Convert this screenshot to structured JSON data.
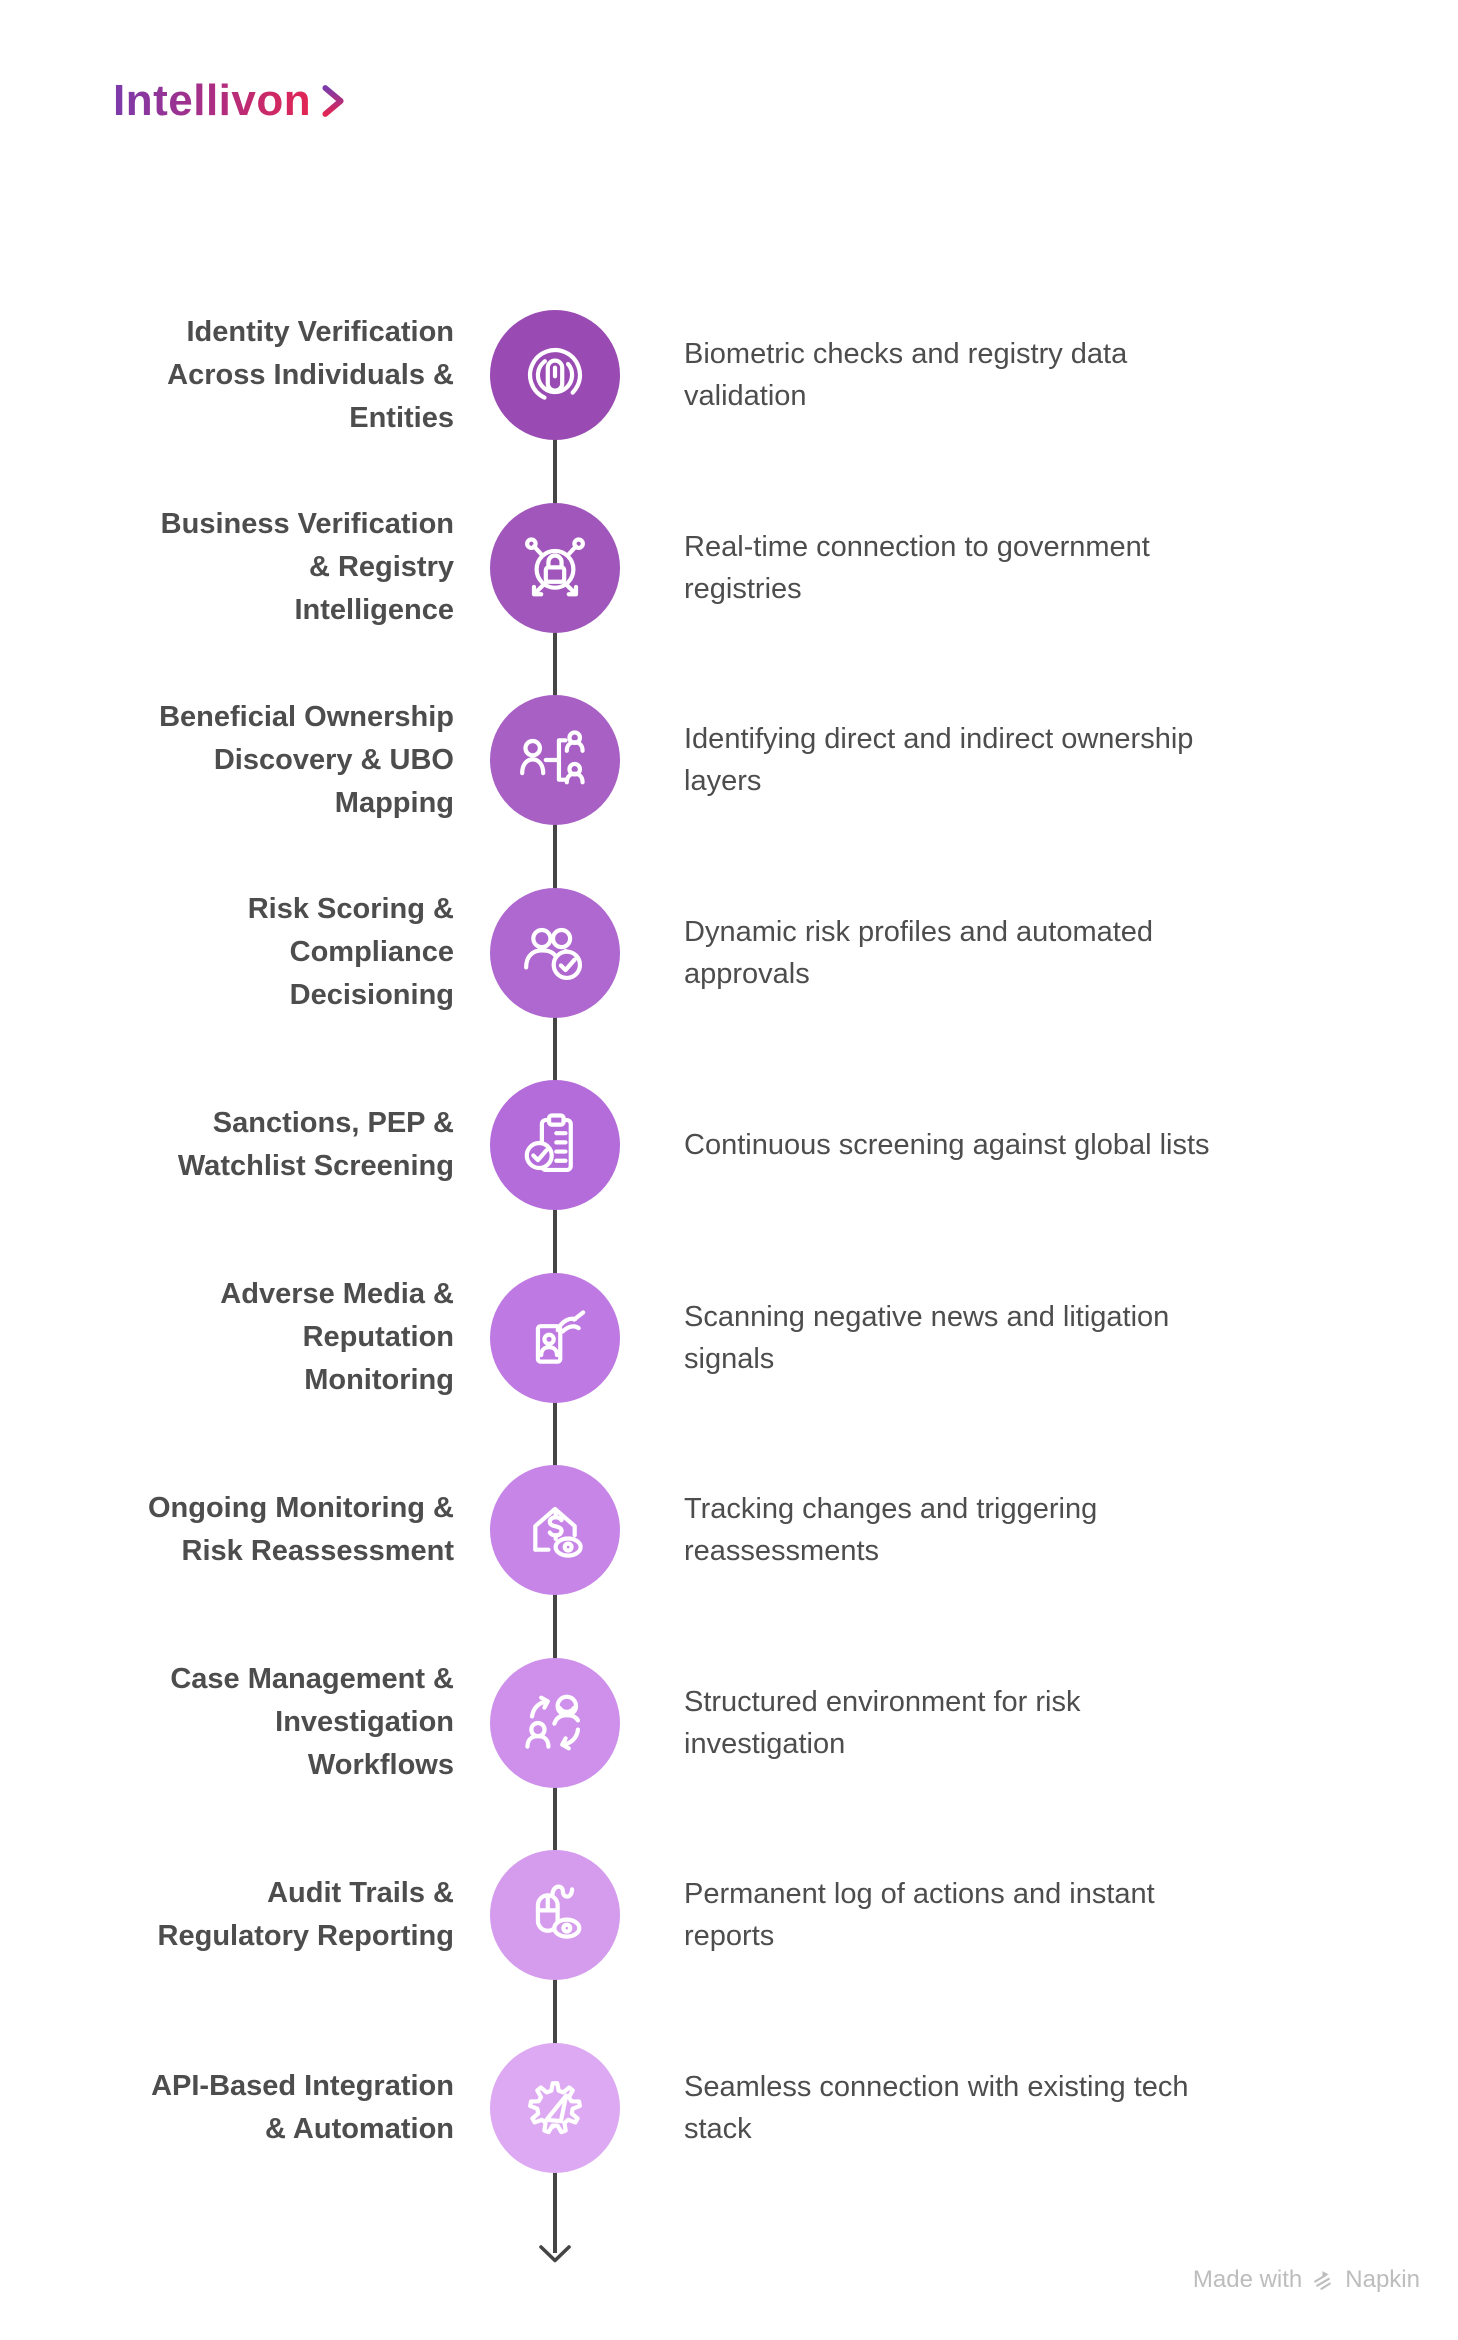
{
  "logo": {
    "name": "Intellivon"
  },
  "colors": {
    "connector": "#454545",
    "title_text": "#4D4D4D",
    "description_text": "#4D4D4D",
    "footer_text": "#BDBDBD",
    "logo_gradient_start": "#7B3BAA",
    "logo_gradient_end": "#E22553"
  },
  "timeline": {
    "items": [
      {
        "title": "Identity Verification\nAcross Individuals &\nEntities",
        "description": "Biometric checks and registry data\nvalidation",
        "icon": "fingerprint-icon",
        "circle_color": "#9A4BB3"
      },
      {
        "title": "Business Verification\n& Registry\nIntelligence",
        "description": "Real-time connection to government\nregistries",
        "icon": "secure-network-icon",
        "circle_color": "#A156BC"
      },
      {
        "title": "Beneficial Ownership\nDiscovery & UBO\nMapping",
        "description": "Identifying direct and indirect ownership\nlayers",
        "icon": "ownership-mapping-icon",
        "circle_color": "#A860C5"
      },
      {
        "title": "Risk Scoring &\nCompliance\nDecisioning",
        "description": "Dynamic risk profiles and automated\napprovals",
        "icon": "people-check-icon",
        "circle_color": "#AF68CF"
      },
      {
        "title": "Sanctions, PEP &\nWatchlist Screening",
        "description": "Continuous screening against global lists",
        "icon": "clipboard-check-icon",
        "circle_color": "#B56CDB"
      },
      {
        "title": "Adverse Media &\nReputation\nMonitoring",
        "description": "Scanning negative news and litigation\nsignals",
        "icon": "id-card-hand-icon",
        "circle_color": "#BF79E3"
      },
      {
        "title": "Ongoing Monitoring &\nRisk Reassessment",
        "description": "Tracking changes and triggering\nreassessments",
        "icon": "house-dollar-eye-icon",
        "circle_color": "#C785E7"
      },
      {
        "title": "Case Management &\nInvestigation\nWorkflows",
        "description": "Structured environment for risk\ninvestigation",
        "icon": "people-sync-icon",
        "circle_color": "#CE90EA"
      },
      {
        "title": "Audit Trails &\nRegulatory Reporting",
        "description": "Permanent log of actions and instant\nreports",
        "icon": "mouse-eye-icon",
        "circle_color": "#D59CEE"
      },
      {
        "title": "API-Based Integration\n& Automation",
        "description": "Seamless connection with existing tech\nstack",
        "icon": "gear-plane-icon",
        "circle_color": "#DCA9F2"
      }
    ]
  },
  "footer": {
    "made_with": "Made with",
    "brand": "Napkin"
  }
}
